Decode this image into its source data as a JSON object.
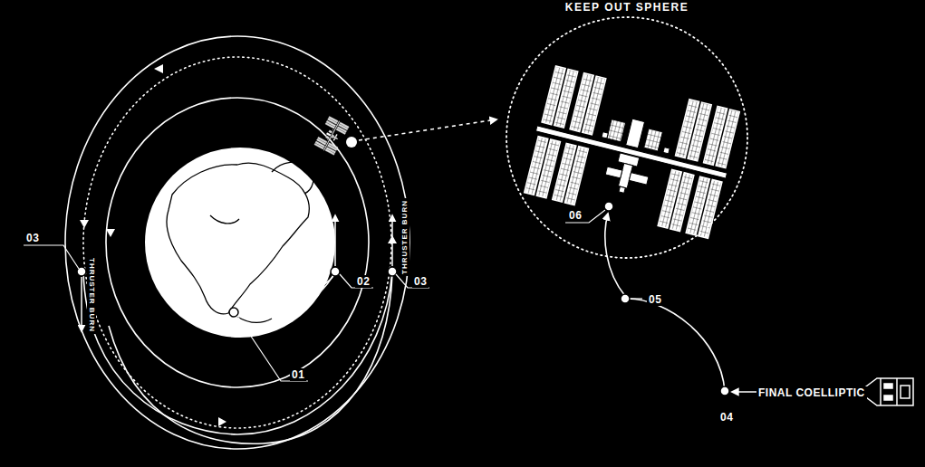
{
  "diagram": {
    "nodes": [
      {
        "text": [
          "KEEP OUT SPHERE"
        ]
      }
    ],
    "labels": [
      "03",
      "THRUSTER BURN",
      "02",
      "THRUSTER BURN",
      "03",
      "01",
      "06",
      "05",
      "04",
      "FINAL COELLIPTIC"
    ]
  }
}
